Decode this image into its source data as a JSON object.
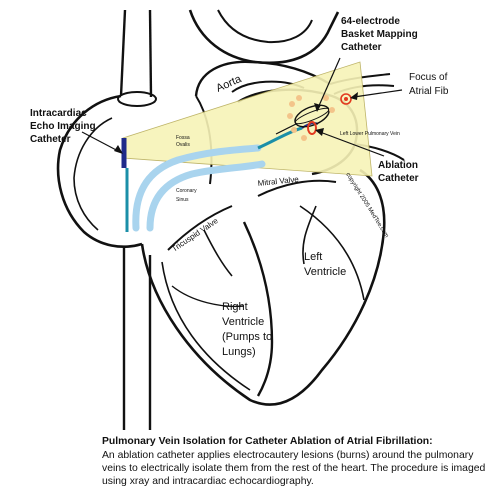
{
  "labels": {
    "aorta": "Aorta",
    "basket_l1": "64-electrode",
    "basket_l2": "Basket Mapping",
    "basket_l3": "Catheter",
    "focus_l1": "Focus of",
    "focus_l2": "Atrial Fib",
    "ice_l1": "Intracardiac",
    "ice_l2": "Echo Imaging",
    "ice_l3": "Catheter",
    "fossa_l1": "Fossa",
    "fossa_l2": "Ovalis",
    "pv": "Left Lower Pulmonary Vein",
    "ablation_l1": "Ablation",
    "ablation_l2": "Catheter",
    "coronary_l1": "Coronary",
    "coronary_l2": "Sinus",
    "mitral": "Mitral Valve",
    "tricuspid": "Tricuspid Valve",
    "copyright": "copyright 2005 MedTee.com",
    "left_ventricle_l1": "Left",
    "left_ventricle_l2": "Ventricle",
    "right_ventricle_l1": "Right",
    "right_ventricle_l2": "Ventricle",
    "right_ventricle_l3": "(Pumps to",
    "right_ventricle_l4": "Lungs)"
  },
  "caption": {
    "title": "Pulmonary Vein Isolation for Catheter Ablation of Atrial Fibrillation:",
    "body": "An ablation catheter applies electrocautery lesions (burns) around the pulmonary veins to electrically isolate them from the rest of the heart. The procedure is imaged using xray and intracardiac echocardiography."
  },
  "colors": {
    "imaging_beam": "#f7f3b7",
    "catheter_sheath": "#a9d4ee",
    "ice_catheter": "#1f2a8a",
    "ablation_catheter": "#1b8fa8",
    "lesion_dots": "#f3c48a",
    "ablation_marker": "#e23a1f",
    "outline": "#111111"
  }
}
